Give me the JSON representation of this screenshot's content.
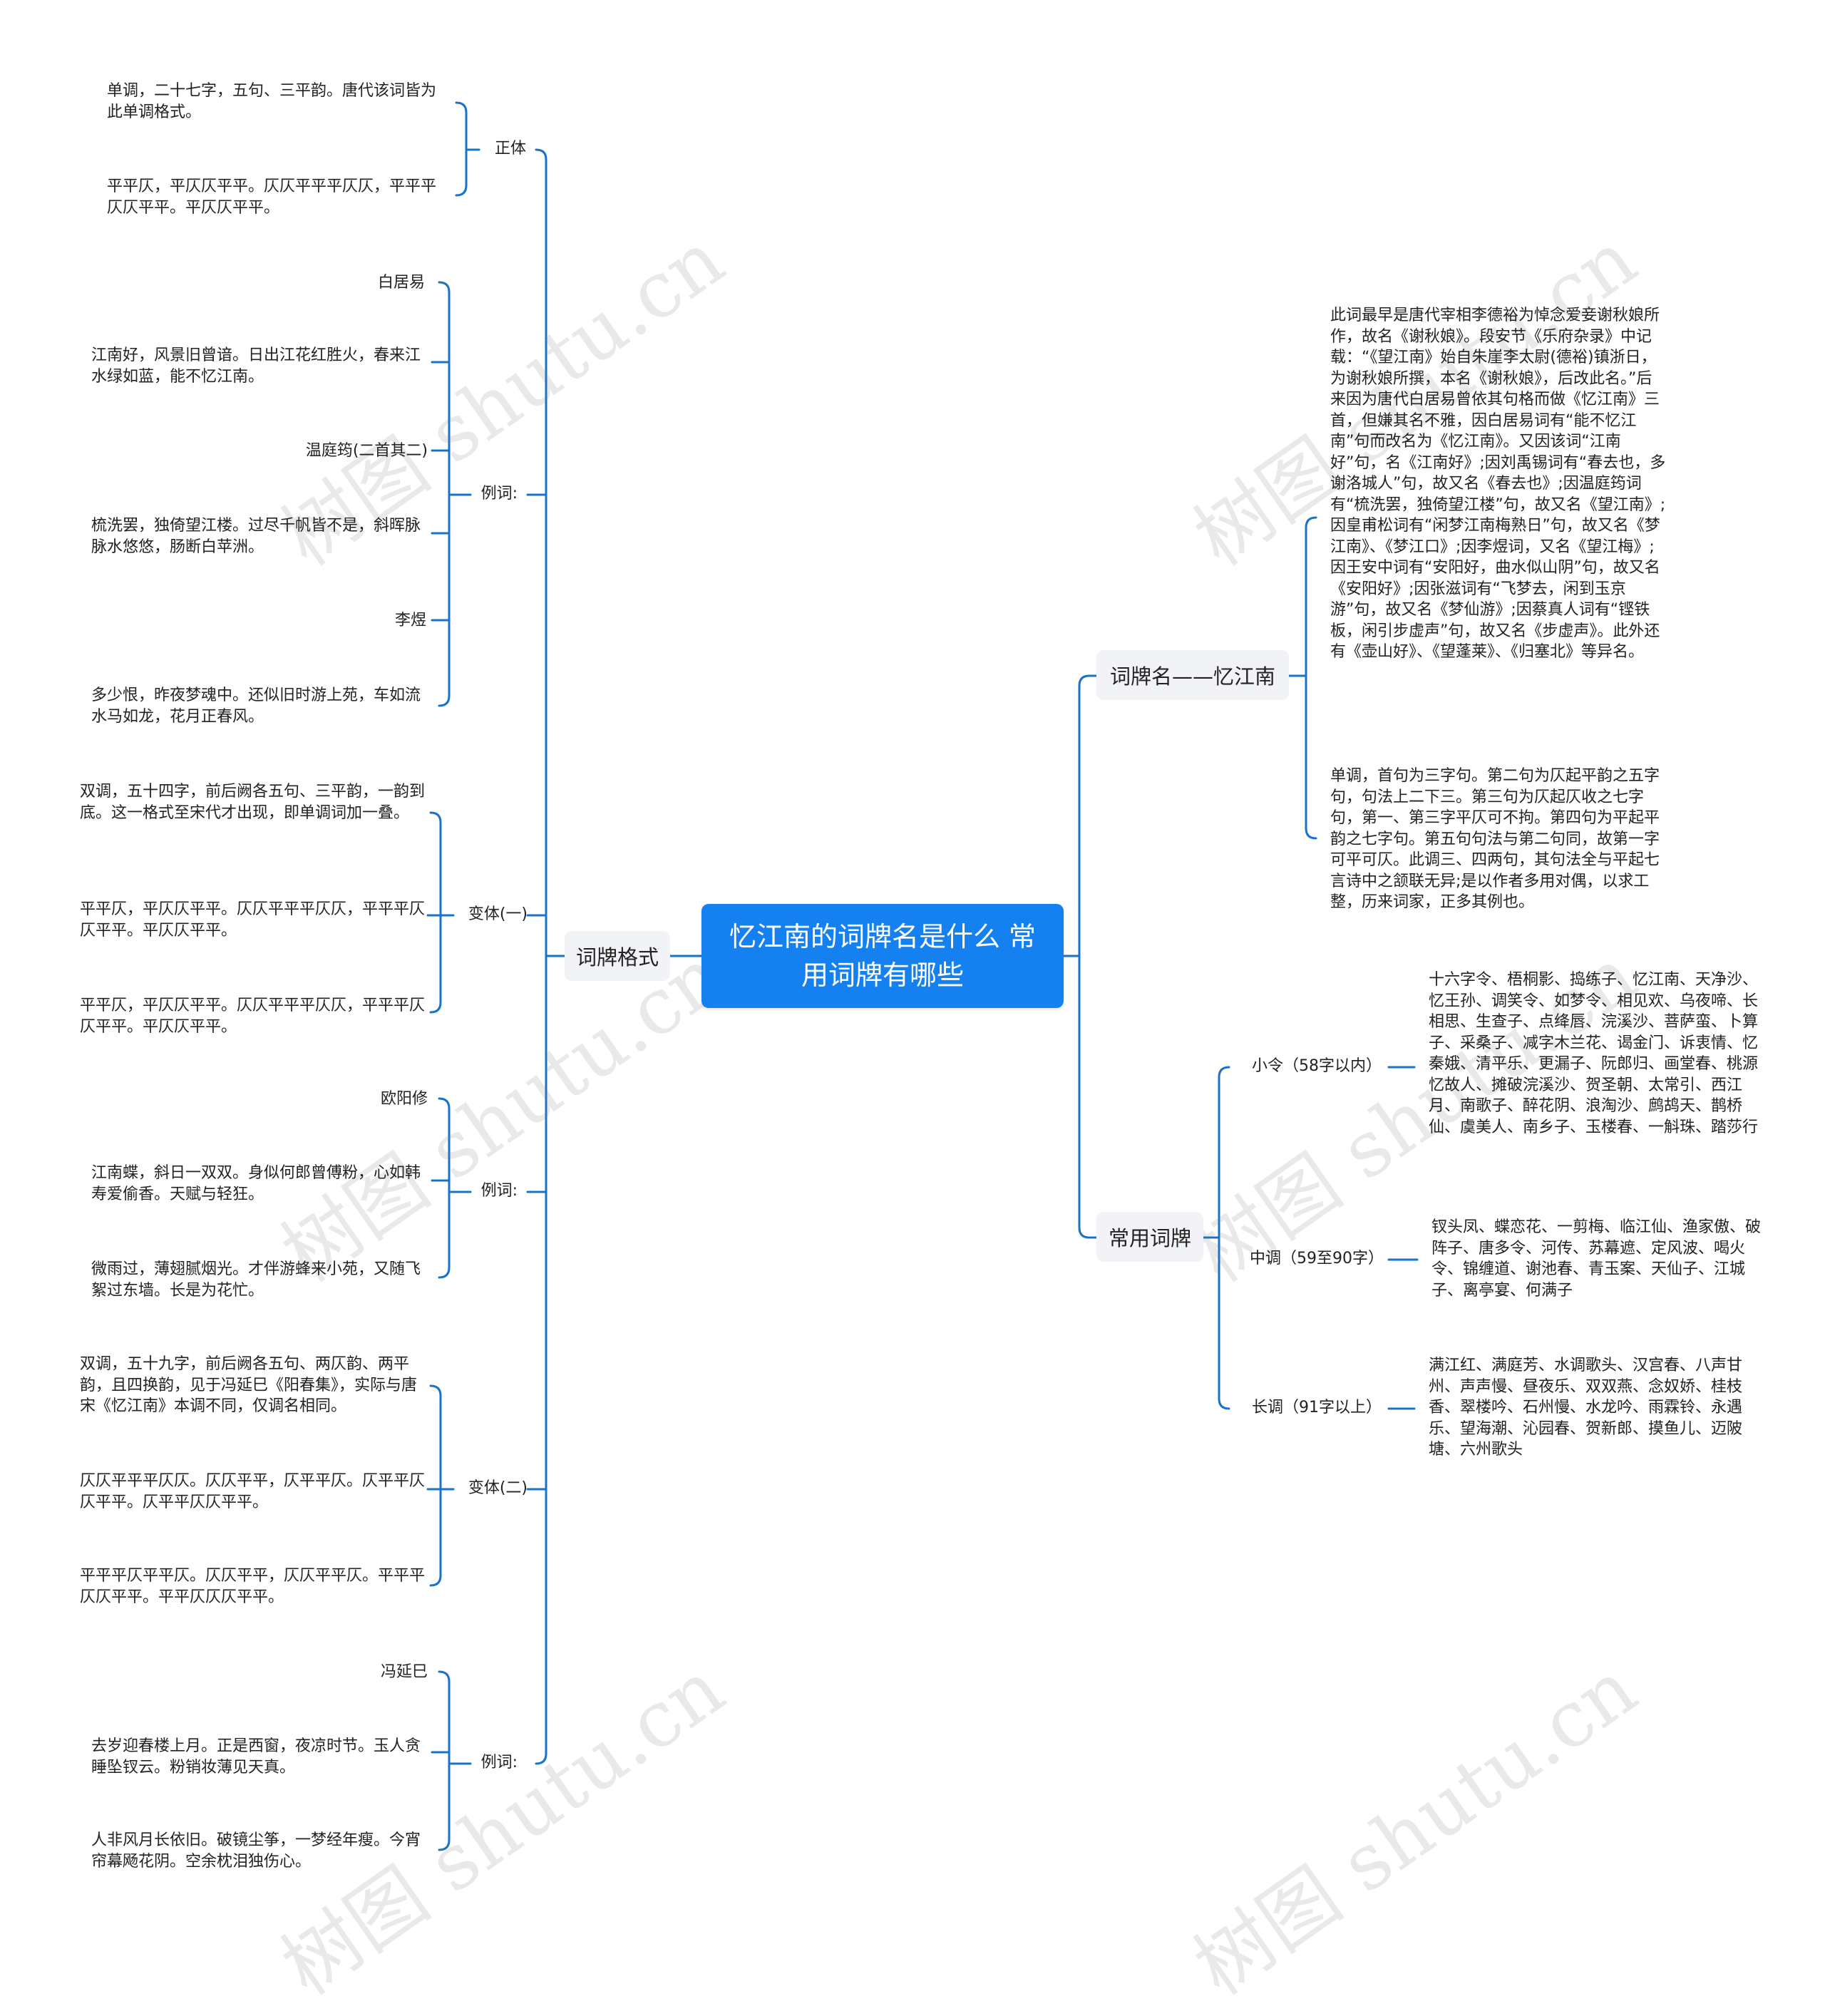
{
  "root": {
    "title": "忆江南的词牌名是什么 常用词牌有哪些"
  },
  "watermark": "树图 shutu.cn",
  "colors": {
    "line": "#1a73c8",
    "root_fill": "#1580f0",
    "pill_fill": "#f1f3f6"
  },
  "left": {
    "branch_label": "词牌格式",
    "groups": [
      {
        "label": "正体",
        "items": [
          "单调，二十七字，五句、三平韵。唐代该词皆为此单调格式。",
          "平平仄，平仄仄平平。仄仄平平平仄仄，平平平仄仄平平。平仄仄平平。"
        ]
      },
      {
        "label": "例词:",
        "items": [
          "白居易",
          "江南好，风景旧曾谙。日出江花红胜火，春来江水绿如蓝，能不忆江南。",
          "温庭筠(二首其二)",
          "梳洗罢，独倚望江楼。过尽千帆皆不是，斜晖脉脉水悠悠，肠断白苹洲。",
          "李煜",
          "多少恨，昨夜梦魂中。还似旧时游上苑，车如流水马如龙，花月正春风。"
        ]
      },
      {
        "label": "变体(一)",
        "items": [
          "双调，五十四字，前后阙各五句、三平韵，一韵到底。这一格式至宋代才出现，即单调词加一叠。",
          "平平仄，平仄仄平平。仄仄平平平仄仄，平平平仄仄平平。平仄仄平平。",
          "平平仄，平仄仄平平。仄仄平平平仄仄，平平平仄仄平平。平仄仄平平。"
        ]
      },
      {
        "label": "例词:",
        "items": [
          "欧阳修",
          "江南蝶，斜日一双双。身似何郎曾傅粉，心如韩寿爱偷香。天赋与轻狂。",
          "微雨过，薄翅腻烟光。才伴游蜂来小苑，又随飞絮过东墙。长是为花忙。"
        ]
      },
      {
        "label": "变体(二)",
        "items": [
          "双调，五十九字，前后阙各五句、两仄韵、两平韵，且四换韵，见于冯延巳《阳春集》，实际与唐宋《忆江南》本调不同，仅调名相同。",
          "仄仄平平平仄仄。仄仄平平，仄平平仄。仄平平仄仄平平。仄平平仄仄平平。",
          "平平平仄平平仄。仄仄平平，仄仄平平仄。平平平仄仄平平。平平仄仄仄平平。"
        ]
      },
      {
        "label": "例词:",
        "items": [
          "冯延巳",
          "去岁迎春楼上月。正是西窗，夜凉时节。玉人贪睡坠钗云。粉销妆薄见天真。",
          "人非风月长依旧。破镜尘筝，一梦经年瘦。今宵帘幕飏花阴。空余枕泪独伤心。"
        ]
      }
    ]
  },
  "right": {
    "branch1": {
      "label": "词牌名——忆江南",
      "items": [
        "此词最早是唐代宰相李德裕为悼念爱妾谢秋娘所作，故名《谢秋娘》。段安节《乐府杂录》中记载：“《望江南》始自朱崖李太尉(德裕)镇浙日，为谢秋娘所撰，本名《谢秋娘》，后改此名。”后来因为唐代白居易曾依其句格而做《忆江南》三首，但嫌其名不雅，因白居易词有“能不忆江南”句而改名为《忆江南》。又因该词“江南好”句，名《江南好》;因刘禹锡词有“春去也，多谢洛城人”句，故又名《春去也》;因温庭筠词有“梳洗罢，独倚望江楼”句，故又名《望江南》;因皇甫松词有“闲梦江南梅熟日”句，故又名《梦江南》、《梦江口》;因李煜词，又名《望江梅》;因王安中词有“安阳好，曲水似山阴”句，故又名《安阳好》;因张滋词有“飞梦去，闲到玉京游”句，故又名《梦仙游》;因蔡真人词有“铿铁板，闲引步虚声”句，故又名《步虚声》。此外还有《壶山好》、《望蓬莱》、《归塞北》等异名。",
        "单调，首句为三字句。第二句为仄起平韵之五字句，句法上二下三。第三句为仄起仄收之七字句，第一、第三字平仄可不拘。第四句为平起平韵之七字句。第五句句法与第二句同，故第一字可平可仄。此调三、四两句，其句法全与平起七言诗中之颔联无异;是以作者多用对偶，以求工整，历来词家，正多其例也。"
      ]
    },
    "branch2": {
      "label": "常用词牌",
      "groups": [
        {
          "label": "小令（58字以内）",
          "text": "十六字令、梧桐影、捣练子、忆江南、天净沙、忆王孙、调笑令、如梦令、相见欢、乌夜啼、长相思、生查子、点绛唇、浣溪沙、菩萨蛮、卜算子、采桑子、减字木兰花、谒金门、诉衷情、忆秦娥、清平乐、更漏子、阮郎归、画堂春、桃源忆故人、摊破浣溪沙、贺圣朝、太常引、西江月、南歌子、醉花阴、浪淘沙、鹧鸪天、鹊桥仙、虞美人、南乡子、玉楼春、一斛珠、踏莎行"
        },
        {
          "label": "中调（59至90字）",
          "text": "钗头凤、蝶恋花、一剪梅、临江仙、渔家傲、破阵子、唐多令、河传、苏幕遮、定风波、喝火令、锦缠道、谢池春、青玉案、天仙子、江城子、离亭宴、何满子"
        },
        {
          "label": "长调（91字以上）",
          "text": "满江红、满庭芳、水调歌头、汉宫春、八声甘州、声声慢、昼夜乐、双双燕、念奴娇、桂枝香、翠楼吟、石州慢、水龙吟、雨霖铃、永遇乐、望海潮、沁园春、贺新郎、摸鱼儿、迈陂塘、六州歌头"
        }
      ]
    }
  }
}
